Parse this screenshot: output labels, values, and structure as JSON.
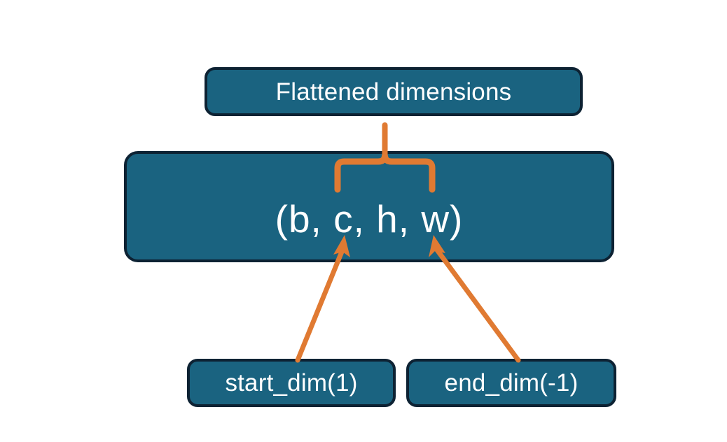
{
  "diagram": {
    "title": "Flatten dimensions diagram",
    "background_color": "#ffffff",
    "nodes": {
      "flattened": {
        "label": "Flattened dimensions",
        "fill_color": "#1a6380",
        "border_color": "#0d2233",
        "text_color": "#ffffff"
      },
      "shape": {
        "label": "(b, c, h, w)",
        "fill_color": "#1a6380",
        "border_color": "#0d2233",
        "text_color": "#ffffff"
      },
      "start_dim": {
        "label": "start_dim(1)",
        "fill_color": "#1a6380",
        "border_color": "#0d2233",
        "text_color": "#ffffff"
      },
      "end_dim": {
        "label": "end_dim(-1)",
        "fill_color": "#1a6380",
        "border_color": "#0d2233",
        "text_color": "#ffffff"
      }
    },
    "connectors": {
      "accent_color": "#e07a32",
      "brace": {
        "name": "flattened-dims-brace",
        "from": "shape",
        "to": "flattened",
        "spans": "c, h, w"
      },
      "arrows": [
        {
          "name": "start-dim-arrow",
          "from": "start_dim",
          "to": "shape",
          "points_at": "c"
        },
        {
          "name": "end-dim-arrow",
          "from": "end_dim",
          "to": "shape",
          "points_at": "w"
        }
      ]
    }
  }
}
